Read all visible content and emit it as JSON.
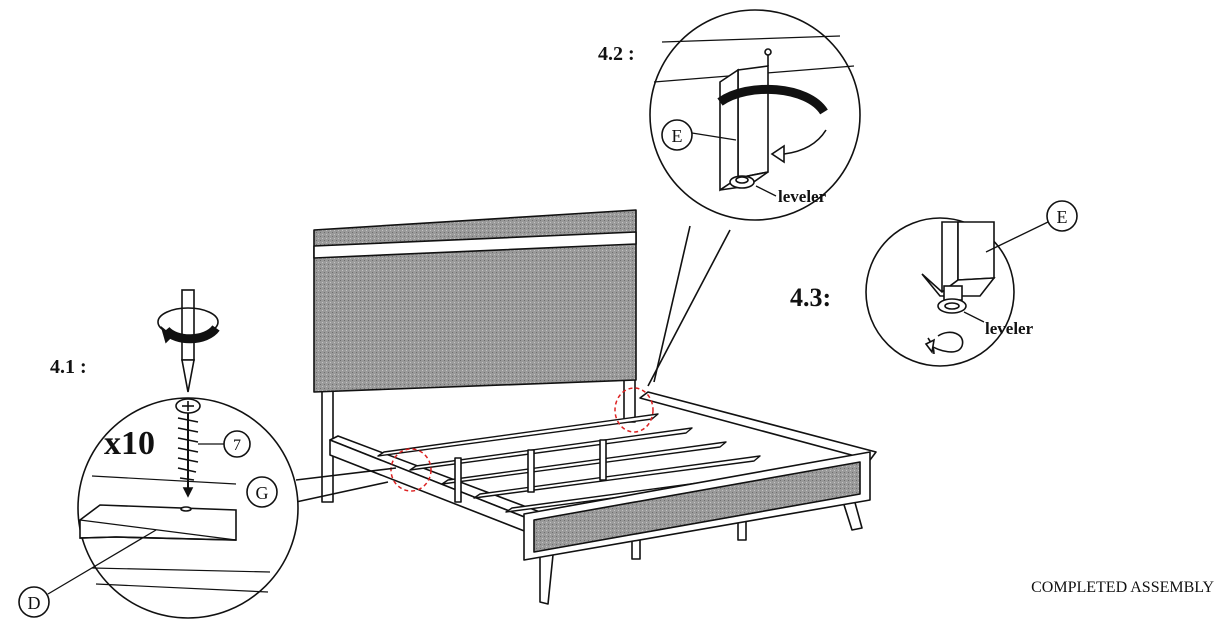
{
  "steps": {
    "s41": "4.1 :",
    "s42": "4.2 :",
    "s43": "4.3:"
  },
  "quantity": "x10",
  "part_labels": {
    "seven": "7",
    "d": "D",
    "g": "G",
    "e_top": "E",
    "e_right": "E"
  },
  "leveler_label_top": "leveler",
  "leveler_label_right": "leveler",
  "caption": "COMPLETED ASSEMBLY"
}
